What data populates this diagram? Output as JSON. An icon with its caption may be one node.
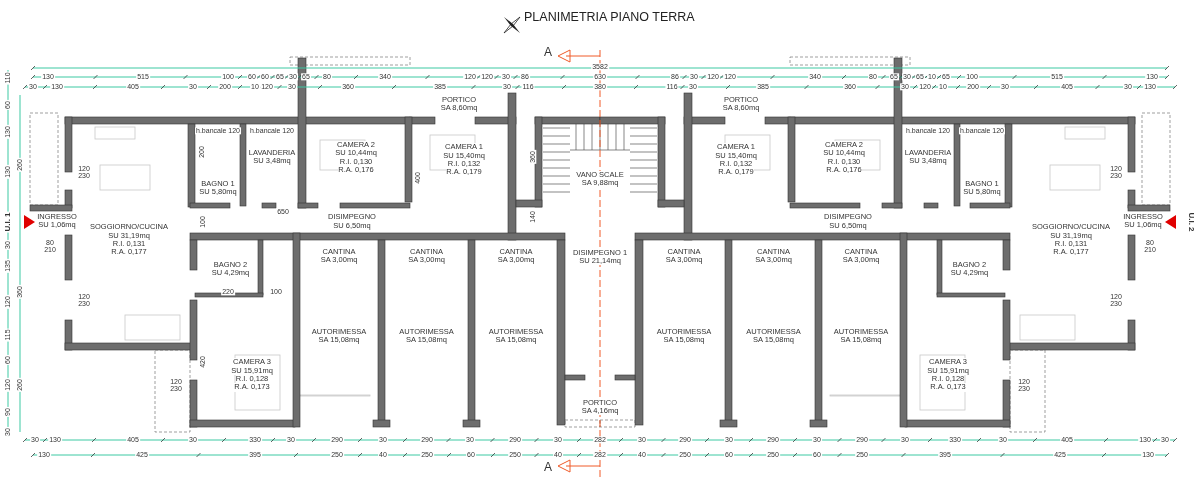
{
  "diagram": {
    "title": "PLANIMETRIA PIANO TERRA",
    "nodes": [
      {
        "text": [
          "PORTICO",
          "SA 8,60mq"
        ]
      },
      {
        "text": [
          "INGRESSO",
          "SU 1,06mq"
        ]
      },
      {
        "text": [
          "SOGGIORNO/CUCINA",
          "SU 31,19mq",
          "R.I. 0,131",
          "R.A. 0,177"
        ]
      },
      {
        "text": [
          "BAGNO 1",
          "SU 5,80mq"
        ]
      },
      {
        "text": [
          "LAVANDERIA",
          "SU 3,48mq"
        ]
      },
      {
        "text": [
          "CAMERA 2",
          "SU 10,44mq",
          "R.I. 0,130",
          "R.A. 0,176"
        ]
      },
      {
        "text": [
          "CAMERA 1",
          "SU 15,40mq",
          "R.I. 0,132",
          "R.A. 0,179"
        ]
      },
      {
        "text": [
          "DISIMPEGNO",
          "SU 6,50mq"
        ]
      },
      {
        "text": [
          "BAGNO 2",
          "SU 4,29mq"
        ]
      },
      {
        "text": [
          "CAMERA 3",
          "SU 15,91mq",
          "R.I. 0,128",
          "R.A. 0,173"
        ]
      },
      {
        "text": [
          "CANTINA",
          "SA 3,00mq"
        ]
      },
      {
        "text": [
          "CANTINA",
          "SA 3,00mq"
        ]
      },
      {
        "text": [
          "CANTINA",
          "SA 3,00mq"
        ]
      },
      {
        "text": [
          "AUTORIMESSA",
          "SA 15,08mq"
        ]
      },
      {
        "text": [
          "AUTORIMESSA",
          "SA 15,08mq"
        ]
      },
      {
        "text": [
          "AUTORIMESSA",
          "SA 15,08mq"
        ]
      },
      {
        "text": [
          "VANO SCALE",
          "SA 9,88mq"
        ]
      },
      {
        "text": [
          "DISIMPEGNO 1",
          "SU 21,14mq"
        ]
      },
      {
        "text": [
          "PORTICO",
          "SA 4,16mq"
        ]
      },
      {
        "text": [
          "PORTICO",
          "SA 8,60mq"
        ]
      },
      {
        "text": [
          "INGRESSO",
          "SU 1,06mq"
        ]
      },
      {
        "text": [
          "SOGGIORNO/CUCINA",
          "SU 31,19mq",
          "R.I. 0,131",
          "R.A. 0,177"
        ]
      },
      {
        "text": [
          "BAGNO 1",
          "SU 5,80mq"
        ]
      },
      {
        "text": [
          "LAVANDERIA",
          "SU 3,48mq"
        ]
      },
      {
        "text": [
          "CAMERA 2",
          "SU 10,44mq",
          "R.I. 0,130",
          "R.A. 0,176"
        ]
      },
      {
        "text": [
          "CAMERA 1",
          "SU 15,40mq",
          "R.I. 0,132",
          "R.A. 0,179"
        ]
      },
      {
        "text": [
          "DISIMPEGNO",
          "SU 6,50mq"
        ]
      },
      {
        "text": [
          "BAGNO 2",
          "SU 4,29mq"
        ]
      },
      {
        "text": [
          "CAMERA 3",
          "SU 15,91mq",
          "R.I. 0,128",
          "R.A. 0,173"
        ]
      },
      {
        "text": [
          "CANTINA",
          "SA 3,00mq"
        ]
      },
      {
        "text": [
          "CANTINA",
          "SA 3,00mq"
        ]
      },
      {
        "text": [
          "CANTINA",
          "SA 3,00mq"
        ]
      },
      {
        "text": [
          "AUTORIMESSA",
          "SA 15,08mq"
        ]
      },
      {
        "text": [
          "AUTORIMESSA",
          "SA 15,08mq"
        ]
      },
      {
        "text": [
          "AUTORIMESSA",
          "SA 15,08mq"
        ]
      }
    ],
    "labels": [
      "A",
      "3582",
      "130",
      "515",
      "100",
      "60",
      "60",
      "65",
      "30",
      "65",
      "80",
      "340",
      "120",
      "120",
      "30",
      "86",
      "630",
      "86",
      "30",
      "120",
      "120",
      "340",
      "80",
      "65",
      "30",
      "65",
      "10",
      "65",
      "100",
      "515",
      "130",
      "30",
      "130",
      "405",
      "30",
      "200",
      "10",
      "120",
      "30",
      "360",
      "385",
      "30",
      "116",
      "380",
      "116",
      "30",
      "385",
      "360",
      "30",
      "120",
      "10",
      "200",
      "30",
      "405",
      "30",
      "130",
      "110",
      "60",
      "130",
      "130",
      "U.I. 1",
      "30",
      "135",
      "120",
      "115",
      "60",
      "120",
      "90",
      "30",
      "260",
      "360",
      "260",
      "120 230",
      "120 230",
      "120 230",
      "120 230",
      "120 230",
      "120 230",
      "80 210",
      "80 210",
      "h.bancale 120",
      "h.bancale 120",
      "h.bancale 120",
      "h.bancale 120",
      "650",
      "200",
      "100",
      "220",
      "100",
      "420",
      "400",
      "360",
      "140",
      "U.I. 2",
      "A",
      "30",
      "130",
      "405",
      "30",
      "330",
      "30",
      "290",
      "30",
      "290",
      "30",
      "290",
      "30",
      "282",
      "30",
      "290",
      "30",
      "290",
      "30",
      "290",
      "30",
      "330",
      "30",
      "405",
      "130",
      "30",
      "130",
      "425",
      "395",
      "250",
      "40",
      "250",
      "60",
      "250",
      "40",
      "282",
      "40",
      "250",
      "60",
      "250",
      "60",
      "250",
      "395",
      "425",
      "130"
    ]
  }
}
